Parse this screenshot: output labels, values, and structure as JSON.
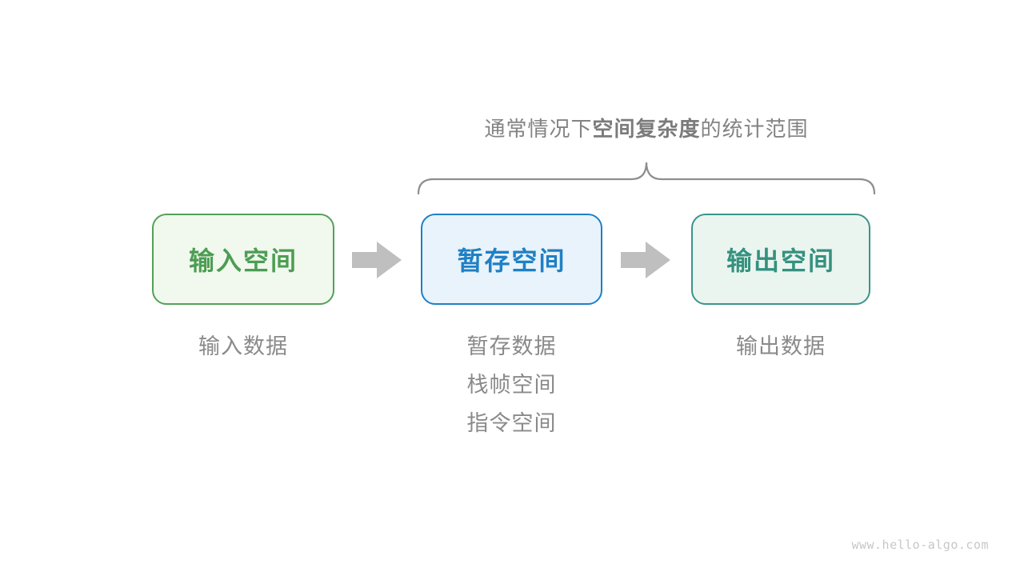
{
  "title": {
    "prefix": "通常情况下",
    "bold": "空间复杂度",
    "suffix": "的统计范围"
  },
  "boxes": [
    {
      "label": "输入空间",
      "border_color": "#53A158",
      "text_color": "#4C9D53",
      "bg_color": "#F1F8ED"
    },
    {
      "label": "暂存空间",
      "border_color": "#1F80C5",
      "text_color": "#1F80C5",
      "bg_color": "#E8F3FB"
    },
    {
      "label": "输出空间",
      "border_color": "#3C948A",
      "text_color": "#35917F",
      "bg_color": "#EBF5F0"
    }
  ],
  "captions": {
    "input": [
      "输入数据"
    ],
    "temp": [
      "暂存数据",
      "栈帧空间",
      "指令空间"
    ],
    "output": [
      "输出数据"
    ]
  },
  "icons": {
    "arrow_1": "block-arrow-right",
    "arrow_2": "block-arrow-right",
    "brace": "curly-brace-up"
  },
  "watermark": "www.hello-algo.com",
  "colors": {
    "arrow": "#BFBFBF",
    "brace": "#8E8E8E",
    "title_text": "#838383",
    "caption_text": "#8A8A8A",
    "watermark_text": "#C7C7C7",
    "background": "#FFFFFF"
  }
}
